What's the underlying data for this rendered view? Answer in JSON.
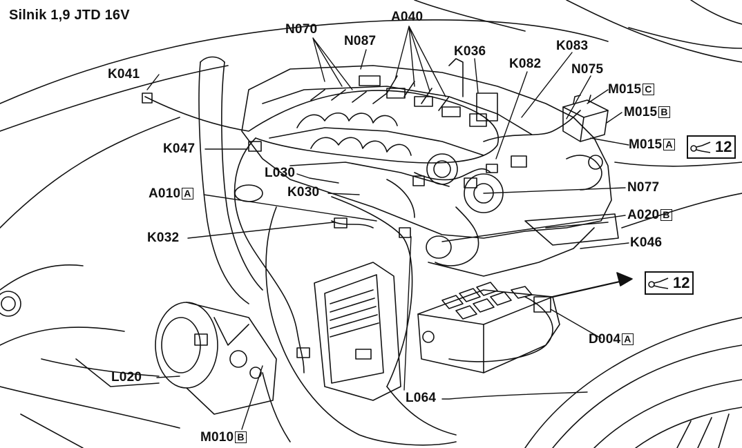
{
  "title": "Silnik 1,9 JTD 16V",
  "labels": {
    "N070": "N070",
    "A040": "A040",
    "N087": "N087",
    "K036": "K036",
    "K083": "K083",
    "K082": "K082",
    "N075": "N075",
    "M015": "M015",
    "M015_C_tag": "C",
    "M015_B_tag": "B",
    "M015_A_tag": "A",
    "K041": "K041",
    "K047": "K047",
    "L030": "L030",
    "K030": "K030",
    "A010": "A010",
    "A010_tag": "A",
    "N077": "N077",
    "A020": "A020",
    "A020_tag": "B",
    "K032": "K032",
    "K046": "K046",
    "D004": "D004",
    "D004_tag": "A",
    "L020": "L020",
    "L064": "L064",
    "M010": "M010",
    "M010_tag": "B"
  },
  "ground_refs": {
    "upper": "12",
    "lower": "12"
  },
  "colors": {
    "ink": "#111111",
    "paper": "#ffffff"
  }
}
